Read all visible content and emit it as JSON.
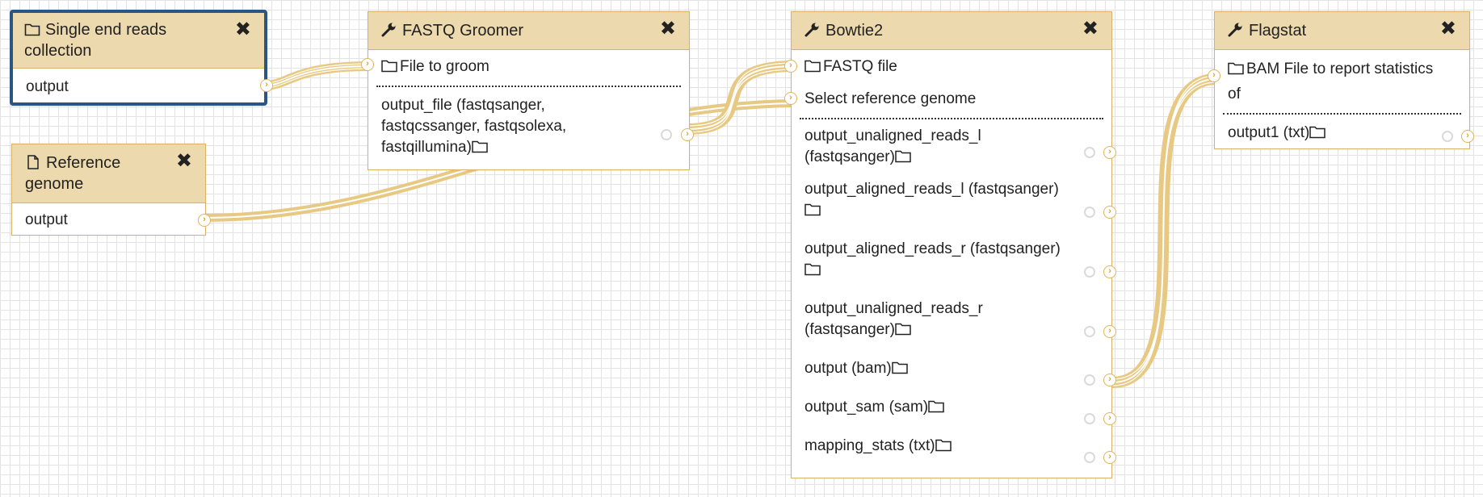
{
  "colors": {
    "node_header": "#ecd9ad",
    "node_border": "#d8b365",
    "selected_border": "#2b5582",
    "wire": "#e8c983",
    "terminal": "#e2b457",
    "grid": "#e3e3e3"
  },
  "nodes": {
    "reads": {
      "icon": "folder-icon",
      "title": "Single end reads collection",
      "close": "✖",
      "outputs": [
        "output"
      ]
    },
    "reference": {
      "icon": "file-icon",
      "title": "Reference genome",
      "close": "✖",
      "outputs": [
        "output"
      ]
    },
    "groomer": {
      "icon": "wrench-icon",
      "title": "FASTQ Groomer",
      "close": "✖",
      "inputs": [
        "File to groom"
      ],
      "outputs": [
        "output_file (fastqsanger, fastqcssanger, fastqsolexa, fastqillumina)"
      ]
    },
    "bowtie": {
      "icon": "wrench-icon",
      "title": "Bowtie2",
      "close": "✖",
      "inputs": [
        "FASTQ file",
        "Select reference genome"
      ],
      "outputs": [
        "output_unaligned_reads_l (fastqsanger)",
        "output_aligned_reads_l (fastqsanger)",
        "output_aligned_reads_r (fastqsanger)",
        "output_unaligned_reads_r (fastqsanger)",
        "output (bam)",
        "output_sam (sam)",
        "mapping_stats (txt)"
      ]
    },
    "flagstat": {
      "icon": "wrench-icon",
      "title": "Flagstat",
      "close": "✖",
      "inputs": [
        "BAM File to report statistics of"
      ],
      "outputs": [
        "output1 (txt)"
      ]
    }
  }
}
